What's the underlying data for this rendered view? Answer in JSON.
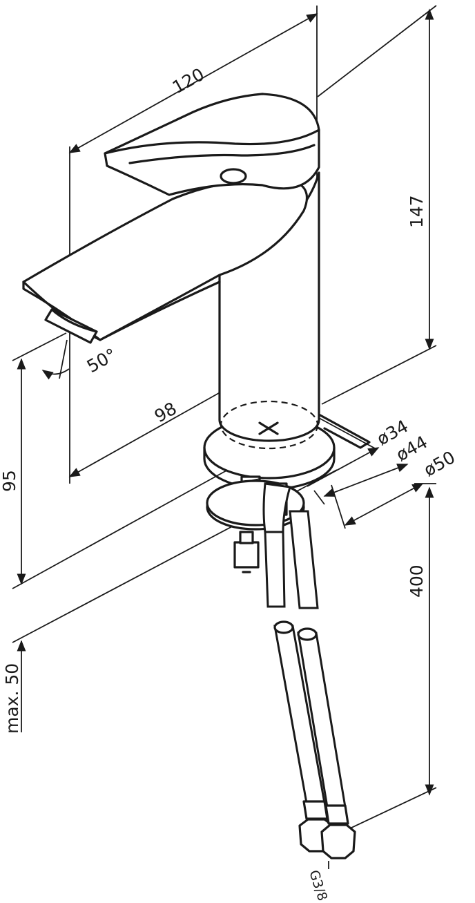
{
  "dimensions": {
    "width_top": "120",
    "height_body": "147",
    "spout_reach": "98",
    "spout_height": "95",
    "spout_angle": "50°",
    "base_dia_1": "ø34",
    "base_dia_2": "ø44",
    "base_dia_3": "ø50",
    "hose_length": "400",
    "counter_thickness": "max. 50",
    "connection_thread": "G3/8"
  }
}
